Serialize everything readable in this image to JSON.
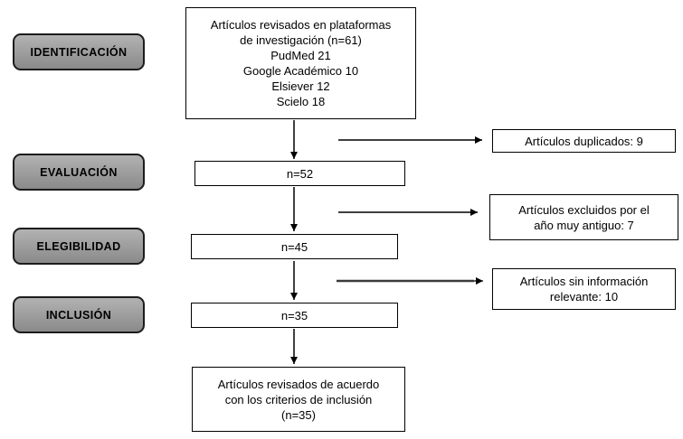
{
  "diagram": {
    "stages": [
      {
        "label": "IDENTIFICACIÓN"
      },
      {
        "label": "EVALUACIÓN"
      },
      {
        "label": "ELEGIBILIDAD"
      },
      {
        "label": "INCLUSIÓN"
      }
    ],
    "identification_box": {
      "line1": "Artículos revisados en plataformas",
      "line2": "de investigación (n=61)",
      "line3": "PudMed 21",
      "line4": "Google Académico 10",
      "line5": "Elsiever 12",
      "line6": "Scielo 18"
    },
    "count_boxes": [
      {
        "value": "n=52"
      },
      {
        "value": "n=45"
      },
      {
        "value": "n=35"
      }
    ],
    "inclusion_box": {
      "line1": "Artículos revisados de acuerdo",
      "line2": "con los criterios de inclusión",
      "line3": "(n=35)"
    },
    "exclusion_boxes": [
      {
        "line1": "Artículos duplicados: 9"
      },
      {
        "line1": "Artículos excluidos por el",
        "line2": "año muy antiguo: 7"
      },
      {
        "line1": "Artículos sin información",
        "line2": "relevante: 10"
      }
    ],
    "colors": {
      "stage_fill_top": "#b2b2b2",
      "stage_fill_bottom": "#8a8a8a",
      "stage_border": "#1c1c1c",
      "box_border": "#000000",
      "box_bg": "#ffffff",
      "arrow": "#000000",
      "arrow_gray_underlay": "#9a9a9a"
    }
  }
}
